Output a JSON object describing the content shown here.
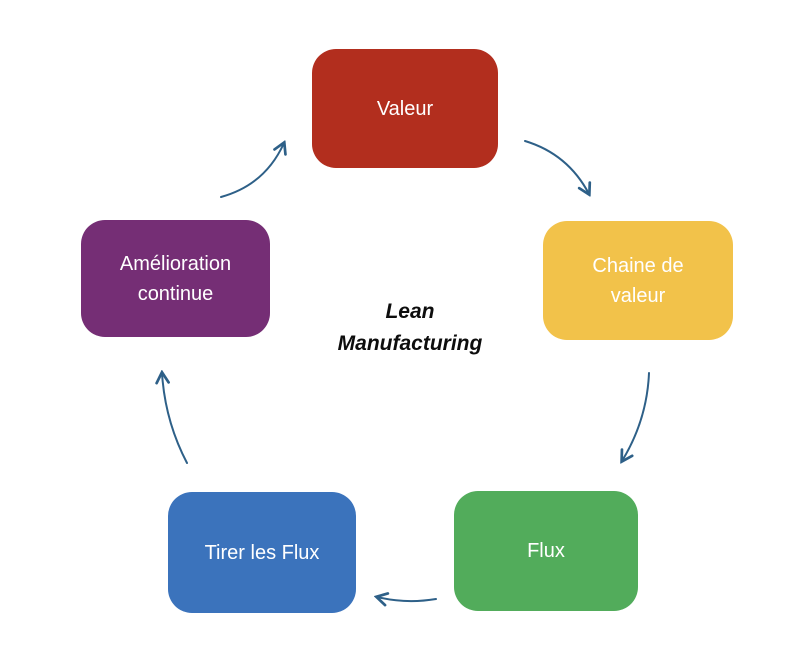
{
  "diagram": {
    "title_lines": [
      "Lean",
      "Manufacturing"
    ],
    "title": "Lean Manufacturing",
    "arrow_color": "#2E6088",
    "background_color": "#ffffff",
    "nodes": [
      {
        "id": "valeur",
        "label": "Valeur",
        "color": "#B22E1E",
        "position": "top"
      },
      {
        "id": "chaine-de-valeur",
        "label": "Chaine de valeur",
        "color": "#F2C24A",
        "position": "right"
      },
      {
        "id": "flux",
        "label": "Flux",
        "color": "#52AC5B",
        "position": "bottom-right"
      },
      {
        "id": "tirer-les-flux",
        "label": "Tirer les Flux",
        "color": "#3B73BC",
        "position": "bottom-left"
      },
      {
        "id": "amelioration-continue",
        "label": "Amélioration continue",
        "color": "#752E75",
        "position": "left"
      }
    ],
    "arrows": [
      {
        "from": "amelioration-continue",
        "to": "valeur"
      },
      {
        "from": "valeur",
        "to": "chaine-de-valeur"
      },
      {
        "from": "chaine-de-valeur",
        "to": "flux"
      },
      {
        "from": "flux",
        "to": "tirer-les-flux"
      },
      {
        "from": "tirer-les-flux",
        "to": "amelioration-continue"
      }
    ]
  }
}
